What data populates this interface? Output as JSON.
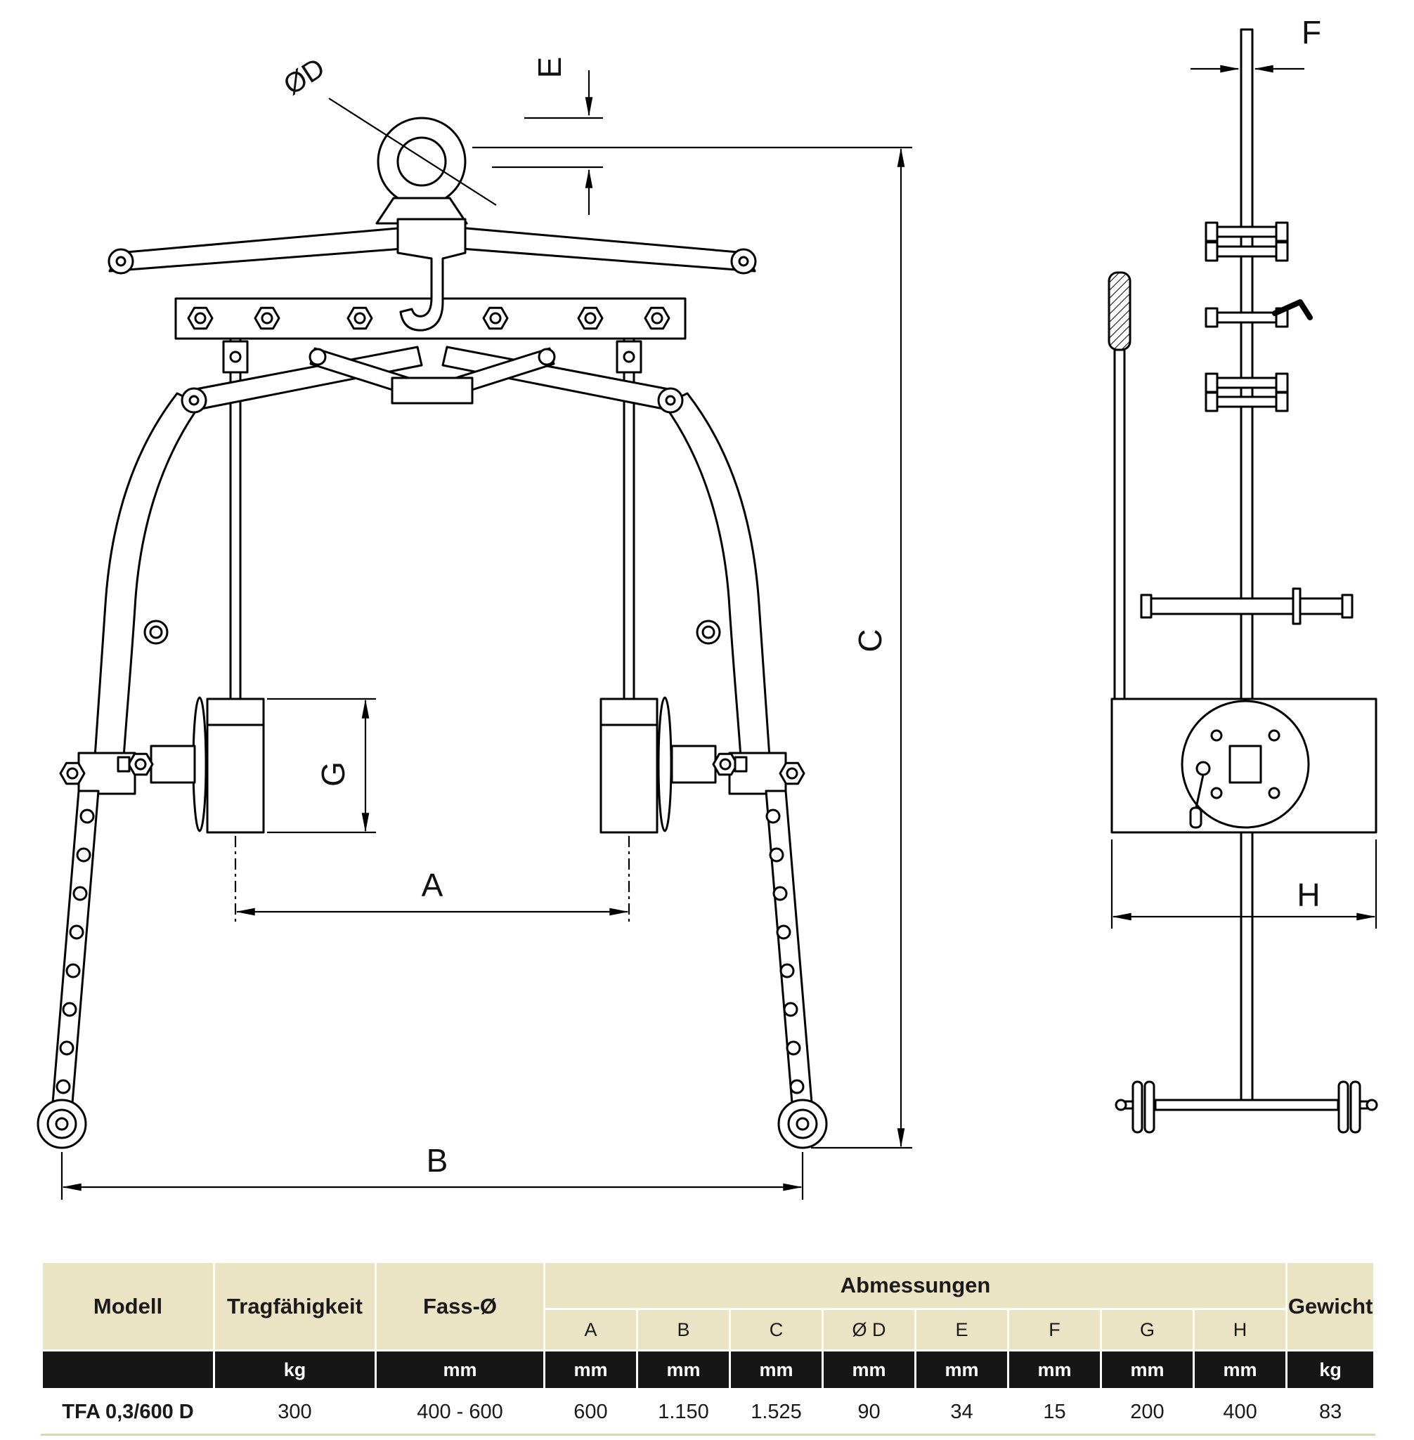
{
  "drawing": {
    "dim_labels": {
      "a": "A",
      "b": "B",
      "c": "C",
      "d": "ØD",
      "e": "E",
      "f": "F",
      "g": "G",
      "h": "H"
    }
  },
  "table": {
    "col_modell": "Modell",
    "col_tragfaehigkeit": "Tragfähigkeit",
    "col_fass": "Fass-Ø",
    "col_abmessungen": "Abmessungen",
    "col_gewicht": "Gewicht",
    "dims": [
      "A",
      "B",
      "C",
      "Ø D",
      "E",
      "F",
      "G",
      "H"
    ],
    "unit_tragfaehigkeit": "kg",
    "unit_fass": "mm",
    "unit_dims": [
      "mm",
      "mm",
      "mm",
      "mm",
      "mm",
      "mm",
      "mm",
      "mm"
    ],
    "unit_gewicht": "kg",
    "row": {
      "modell": "TFA 0,3/600 D",
      "tragfaehigkeit": "300",
      "fass": "400 - 600",
      "dims": [
        "600",
        "1.150",
        "1.525",
        "90",
        "34",
        "15",
        "200",
        "400"
      ],
      "gewicht": "83"
    }
  }
}
